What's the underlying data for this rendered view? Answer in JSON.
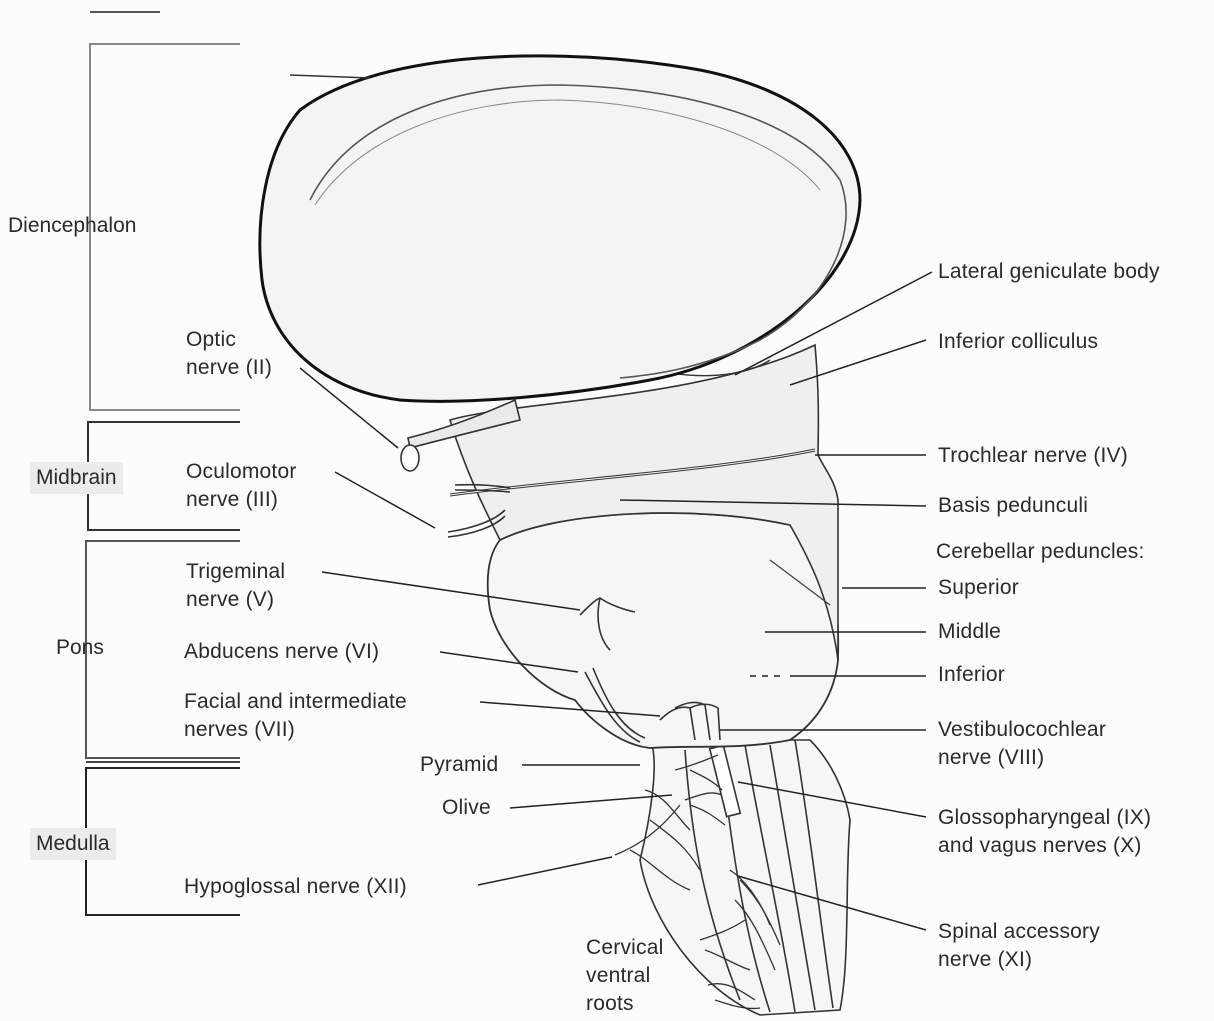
{
  "regions": {
    "diencephalon": "Diencephalon",
    "midbrain": "Midbrain",
    "pons": "Pons",
    "medulla": "Medulla"
  },
  "left_labels": {
    "optic_1": "Optic",
    "optic_2": "nerve (II)",
    "oculomotor_1": "Oculomotor",
    "oculomotor_2": "nerve (III)",
    "trigeminal_1": "Trigeminal",
    "trigeminal_2": "nerve (V)",
    "abducens": "Abducens nerve (VI)",
    "facial_1": "Facial and intermediate",
    "facial_2": "nerves (VII)",
    "pyramid": "Pyramid",
    "olive": "Olive",
    "hypoglossal": "Hypoglossal nerve (XII)",
    "cervical_1": "Cervical",
    "cervical_2": "ventral",
    "cervical_3": "roots"
  },
  "right_labels": {
    "lateral_geniculate": "Lateral geniculate body",
    "inferior_colliculus": "Inferior colliculus",
    "trochlear": "Trochlear nerve (IV)",
    "basis": "Basis pedunculi",
    "cerebellar_heading": "Cerebellar peduncles:",
    "superior": "Superior",
    "middle": "Middle",
    "inferior": "Inferior",
    "vestibulo_1": "Vestibulocochlear",
    "vestibulo_2": "nerve (VIII)",
    "glosso_1": "Glossopharyngeal (IX)",
    "glosso_2": "and vagus nerves (X)",
    "spinal_1": "Spinal accessory",
    "spinal_2": "nerve (XI)"
  }
}
